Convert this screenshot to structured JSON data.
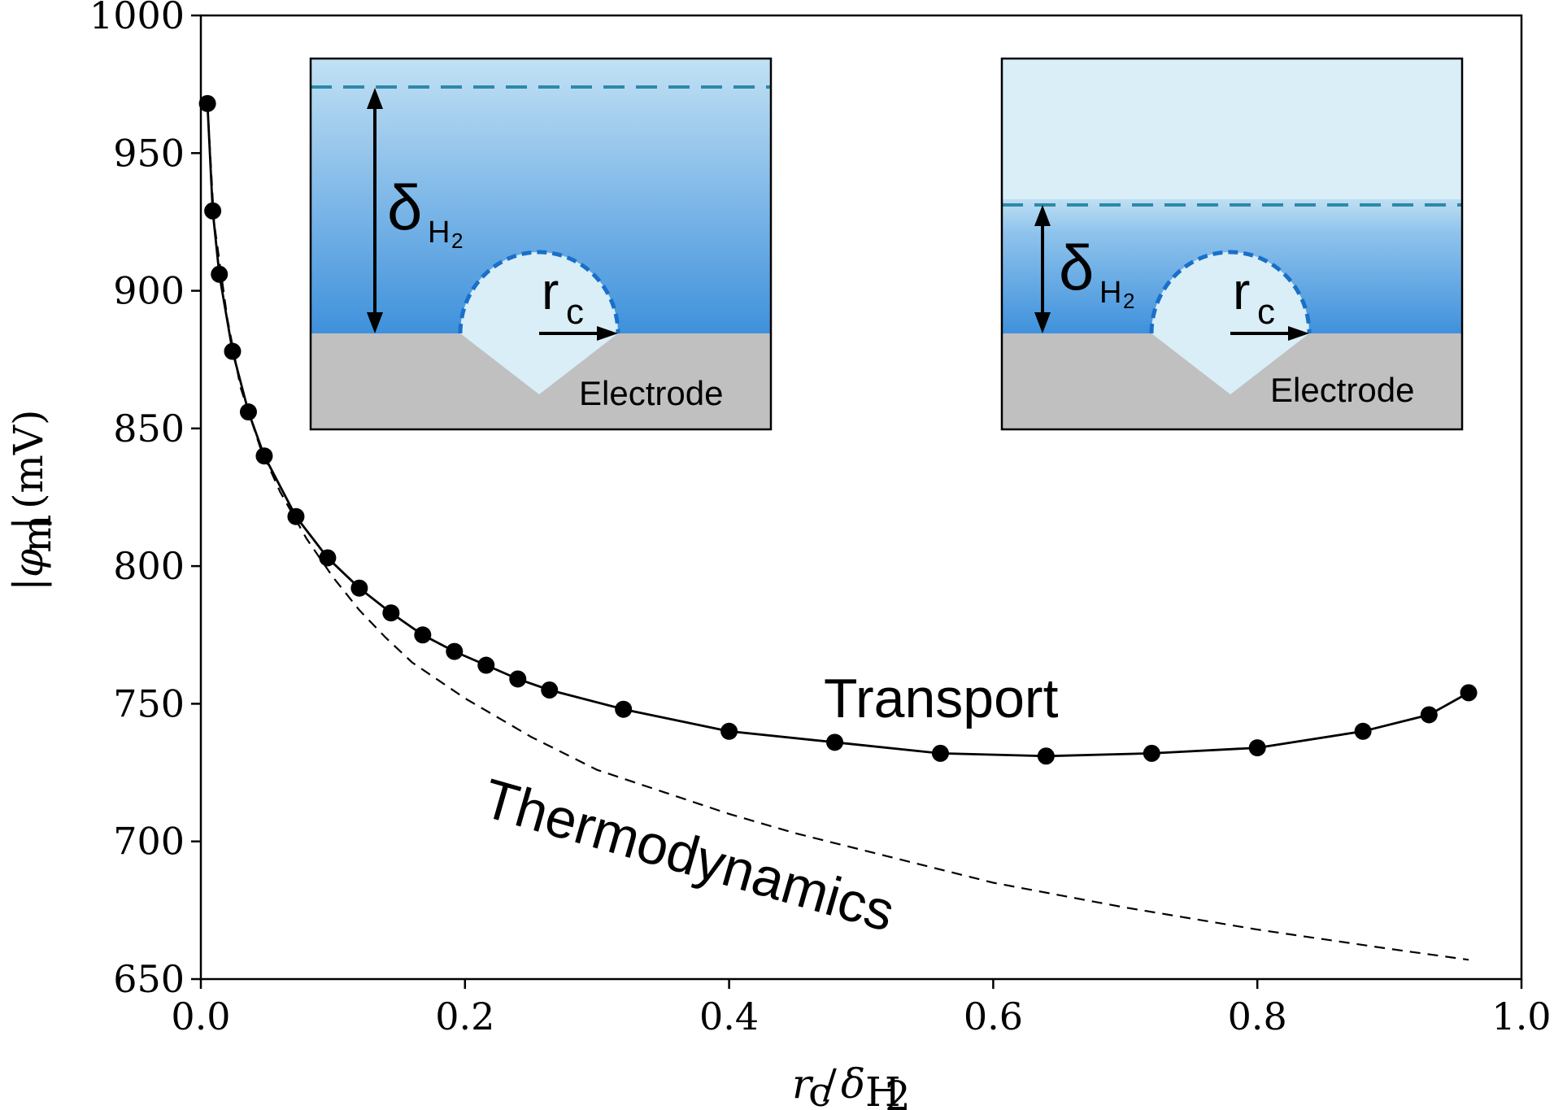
{
  "chart_data": {
    "type": "line",
    "xlabel": "r_c/δ_H2",
    "ylabel": "|φ_m| (mV)",
    "xlim": [
      0.0,
      1.0
    ],
    "ylim": [
      650,
      1000
    ],
    "grid": false,
    "x_ticks": [
      "0.0",
      "0.2",
      "0.4",
      "0.6",
      "0.8",
      "1.0"
    ],
    "y_ticks": [
      "650",
      "700",
      "750",
      "800",
      "850",
      "900",
      "950",
      "1000"
    ],
    "series": [
      {
        "name": "Transport",
        "style": "solid-with-markers",
        "color": "#000000",
        "x": [
          0.005,
          0.009,
          0.014,
          0.024,
          0.036,
          0.048,
          0.072,
          0.096,
          0.12,
          0.144,
          0.168,
          0.192,
          0.216,
          0.24,
          0.264,
          0.32,
          0.4,
          0.48,
          0.56,
          0.64,
          0.72,
          0.8,
          0.88,
          0.93,
          0.96
        ],
        "y": [
          968,
          929,
          906,
          878,
          856,
          840,
          818,
          803,
          792,
          783,
          775,
          769,
          764,
          759,
          755,
          748,
          740,
          736,
          732,
          731,
          732,
          734,
          740,
          746,
          754
        ]
      },
      {
        "name": "Thermodynamics",
        "style": "dashed",
        "color": "#000000",
        "x": [
          0.005,
          0.01,
          0.02,
          0.03,
          0.045,
          0.06,
          0.08,
          0.1,
          0.12,
          0.14,
          0.16,
          0.2,
          0.25,
          0.3,
          0.35,
          0.4,
          0.45,
          0.5,
          0.6,
          0.7,
          0.8,
          0.9,
          0.96
        ],
        "y": [
          968,
          925,
          890,
          865,
          843,
          827,
          810,
          796,
          784,
          774,
          765,
          752,
          738,
          726,
          718,
          710,
          703,
          697,
          685,
          676,
          668,
          661,
          657
        ]
      }
    ],
    "annotations": {
      "transport": "Transport",
      "thermodynamics": "Thermodynamics"
    }
  },
  "insets": {
    "left": {
      "delta_symbol": "δ",
      "delta_subscript": "H",
      "delta_subscript_number": "2",
      "radius_label": "r",
      "radius_subscript": "c",
      "electrode_label": "Electrode"
    },
    "right": {
      "delta_symbol": "δ",
      "delta_subscript": "H",
      "delta_subscript_number": "2",
      "radius_label": "r",
      "radius_subscript": "c",
      "electrode_label": "Electrode"
    }
  },
  "colors": {
    "liquid_light": "#d9eef6",
    "liquid_blue_top": "#b9dcf2",
    "liquid_blue_bottom": "#3d8fdc",
    "dashed_line": "#2e89a8",
    "bubble_outline": "#1a6fc9",
    "electrode": "#c0c0c0"
  }
}
